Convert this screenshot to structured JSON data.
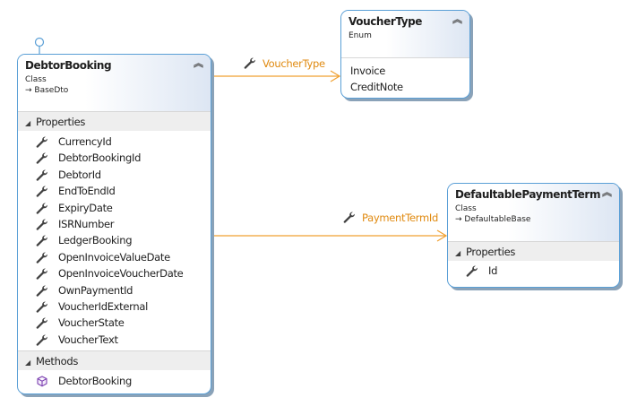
{
  "colors": {
    "border": "#5a9fd6",
    "connector": "#f0a030",
    "connector_label": "#e08a10",
    "icon": "#404040",
    "method_icon": "#7b3fb0"
  },
  "classes": {
    "debtor_booking": {
      "title": "DebtorBooking",
      "stereotype": "Class",
      "base": "BaseDto",
      "collapse_icon": "double-chevron-up-icon",
      "properties_label": "Properties",
      "properties": [
        "CurrencyId",
        "DebtorBookingId",
        "DebtorId",
        "EndToEndId",
        "ExpiryDate",
        "ISRNumber",
        "LedgerBooking",
        "OpenInvoiceValueDate",
        "OpenInvoiceVoucherDate",
        "OwnPaymentId",
        "VoucherIdExternal",
        "VoucherState",
        "VoucherText"
      ],
      "methods_label": "Methods",
      "methods": [
        "DebtorBooking"
      ]
    },
    "voucher_type": {
      "title": "VoucherType",
      "stereotype": "Enum",
      "values": [
        "Invoice",
        "CreditNote"
      ]
    },
    "defaultable_payment_term": {
      "title": "DefaultablePaymentTerm",
      "stereotype": "Class",
      "base": "DefaultableBase",
      "properties_label": "Properties",
      "properties": [
        "Id"
      ]
    }
  },
  "associations": [
    {
      "label": "VoucherType",
      "from": "DebtorBooking",
      "to": "VoucherType"
    },
    {
      "label": "PaymentTermId",
      "from": "DebtorBooking",
      "to": "DefaultablePaymentTerm"
    }
  ]
}
